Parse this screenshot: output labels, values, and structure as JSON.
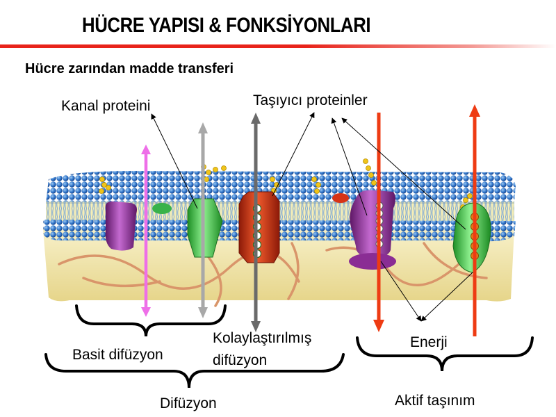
{
  "title": "HÜCRE YAPISI & FONKSİYONLARI",
  "subtitle": "Hücre zarından madde transferi",
  "labels": {
    "channel_protein": "Kanal proteini",
    "carrier_proteins": "Taşıyıcı proteinler",
    "simple_diffusion": "Basit difüzyon",
    "facilitated_diffusion_line1": "Kolaylaştırılmış",
    "facilitated_diffusion_line2": "difüzyon",
    "energy": "Enerji",
    "diffusion": "Difüzyon",
    "active_transport": "Aktif taşınım"
  },
  "colors": {
    "accent_red": "#e8231a",
    "pink_arrow": "#ee6fe8",
    "grey_arrow_light": "#a8a8a8",
    "grey_arrow_dark": "#6a6a6a",
    "red_arrow": "#ee3b13",
    "lipid_head_blue": "#2f74c9",
    "channel_green": "#33c33a",
    "carrier_red": "#d73316",
    "protein_purple": "#9b3aa0"
  }
}
